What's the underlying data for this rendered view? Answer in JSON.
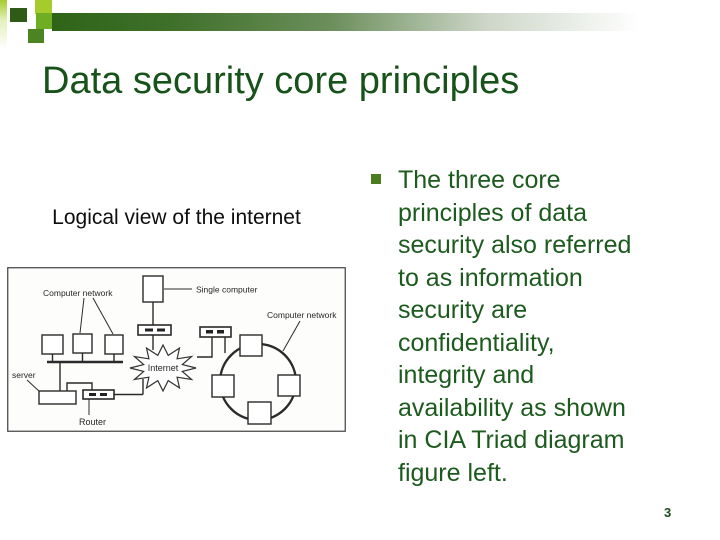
{
  "slide": {
    "title": "Data security core principles",
    "page_number": "3"
  },
  "bullet": {
    "text": "The three core\nprinciples of data\nsecurity also referred\nto as information\nsecurity are\nconfidentiality,\nintegrity and\navailability as shown\nin CIA Triad diagram\nfigure left."
  },
  "figure": {
    "heading": "Logical view of the internet",
    "labels": {
      "single_computer": "Single computer",
      "computer_network_left": "Computer network",
      "computer_network_right": "Computer network",
      "internet": "Internet",
      "server": "server",
      "router": "Router"
    }
  },
  "colors": {
    "title_green": "#17521a",
    "body_green": "#1c5a1e",
    "bullet_square": "#4c7d21",
    "bar_dark_green": "#2e6418",
    "accent_chartreuse": "#a5cb2d",
    "accent_dark_square": "#2e5c16",
    "accent_bright_square": "#6fae23",
    "accent_medium_square": "#4c8422"
  }
}
